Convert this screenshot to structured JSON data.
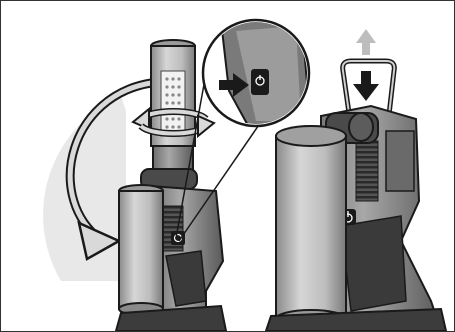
{
  "figure": {
    "left_view": {
      "rotation_arrow_icon": "rotate-arrow",
      "swing_arrow_icon": "curved-swing-arrow"
    },
    "zoom_callout": {
      "press_arrow_icon": "press-arrow",
      "button_icon": "power-button"
    },
    "right_view": {
      "hook_icon": "hanging-hook",
      "up_arrow_icon": "arrow-up",
      "down_arrow_icon": "arrow-down",
      "button_icon": "power-button"
    },
    "colors": {
      "shade_light": "#e8e8e8",
      "shade_mid": "#bdbdbd",
      "shade_dark": "#5a5a5a",
      "outline": "#1a1a1a",
      "arrow": "#2b2b2b"
    }
  }
}
